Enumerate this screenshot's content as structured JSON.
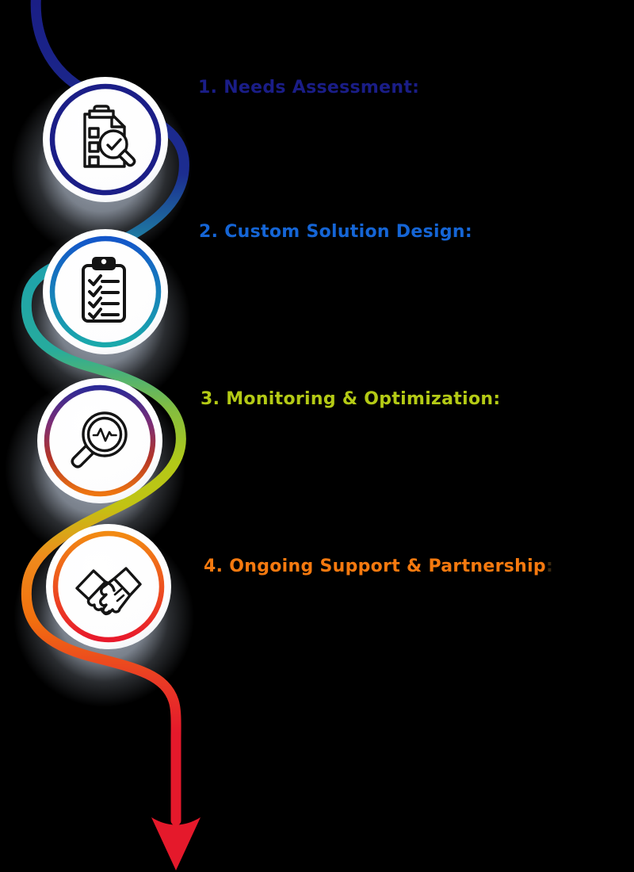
{
  "background_color": "#000000",
  "shadow_color": "#a9b3c2",
  "steps": [
    {
      "title": "1. Needs Assessment:",
      "title_color": "#1a1d87",
      "icon": "clipboard-magnifier-check-icon",
      "ring_colors": [
        "#1b1e87",
        "#1b1e87"
      ]
    },
    {
      "title": "2. Custom Solution Design:",
      "title_color": "#1565d5",
      "icon": "clipboard-checklist-icon",
      "ring_colors": [
        "#1356c9",
        "#1aa9ab"
      ]
    },
    {
      "title": "3. Monitoring & Optimization:",
      "title_color": "#b4ca15",
      "icon": "magnifier-pulse-icon",
      "ring_colors": [
        "#2c2a96",
        "#7b2d76",
        "#b43527",
        "#ee7611"
      ]
    },
    {
      "title": "4. Ongoing Support & Partnership",
      "colon": ":",
      "colon_color": "#3c2a10",
      "title_color": "#f5790f",
      "icon": "handshake-icon",
      "ring_colors": [
        "#f28a12",
        "#e8192c"
      ]
    }
  ],
  "flow_line": {
    "shape": "s-curve-top-to-bottom-arrow",
    "arrow_color": "#e5192b",
    "gradient_stops": [
      {
        "offset": "0%",
        "color": "#1a1e85"
      },
      {
        "offset": "20%",
        "color": "#1c2d90"
      },
      {
        "offset": "31%",
        "color": "#1fa3ab"
      },
      {
        "offset": "40%",
        "color": "#26ab9d"
      },
      {
        "offset": "47%",
        "color": "#84bd3f"
      },
      {
        "offset": "53%",
        "color": "#b2c918"
      },
      {
        "offset": "58%",
        "color": "#c2c313"
      },
      {
        "offset": "64%",
        "color": "#ef8a1c"
      },
      {
        "offset": "71%",
        "color": "#f2700e"
      },
      {
        "offset": "78%",
        "color": "#e93b25"
      },
      {
        "offset": "84%",
        "color": "#e5192b"
      },
      {
        "offset": "100%",
        "color": "#e5192b"
      }
    ]
  }
}
